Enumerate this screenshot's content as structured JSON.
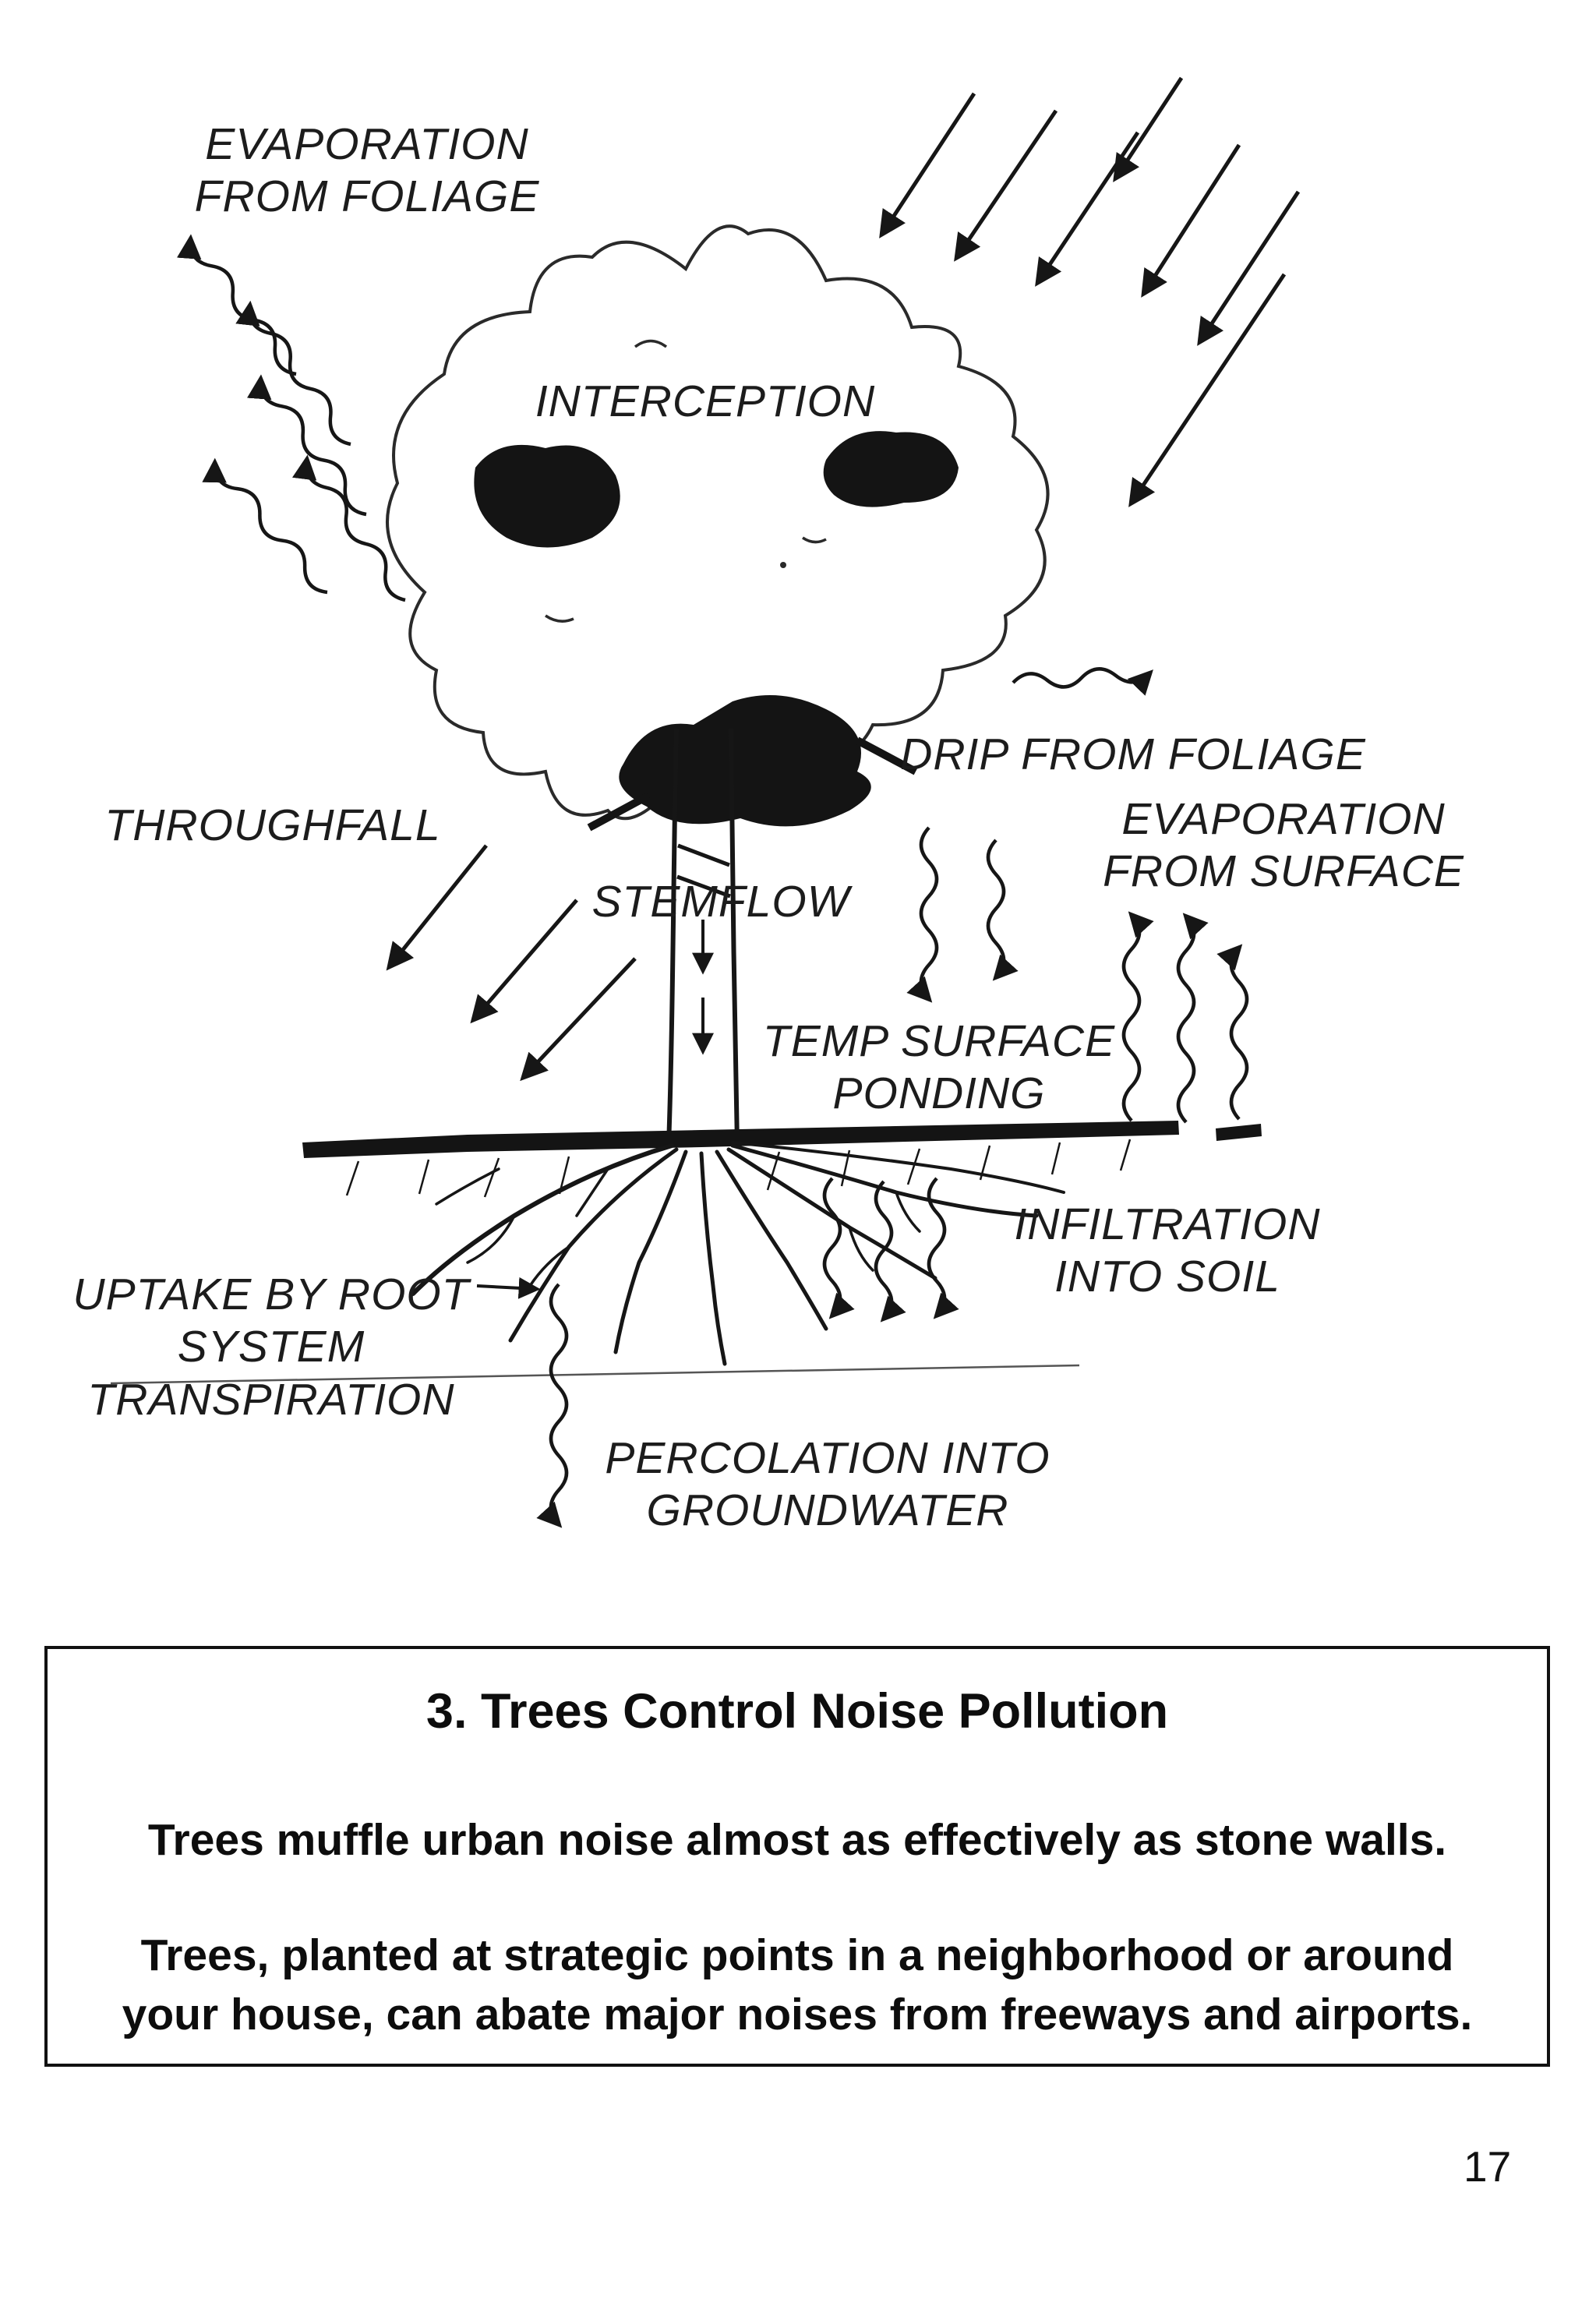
{
  "page": {
    "number": "17"
  },
  "diagram": {
    "ink_color": "#161616",
    "labels": {
      "evaporation_foliage": [
        "EVAPORATION",
        "FROM FOLIAGE"
      ],
      "interception": "INTERCEPTION",
      "drip_from_foliage": "DRIP FROM FOLIAGE",
      "throughfall": "THROUGHFALL",
      "stemflow": "STEMFLOW",
      "evaporation_surface": [
        "EVAPORATION",
        "FROM SURFACE"
      ],
      "temp_surface_ponding": [
        "TEMP SURFACE",
        "PONDING"
      ],
      "infiltration_into_soil": [
        "INFILTRATION",
        "INTO SOIL"
      ],
      "uptake_root": [
        "UPTAKE BY ROOT",
        "SYSTEM",
        "TRANSPIRATION"
      ],
      "percolation": [
        "PERCOLATION INTO",
        "GROUNDWATER"
      ]
    }
  },
  "text_box": {
    "title": "3. Trees Control Noise Pollution",
    "paragraph1_lines": [
      "Trees muffle urban noise almost as effectively as stone walls."
    ],
    "paragraph2_lines": [
      "Trees, planted at strategic points in a neighborhood or around",
      "your house, can abate major noises from freeways and airports."
    ]
  }
}
